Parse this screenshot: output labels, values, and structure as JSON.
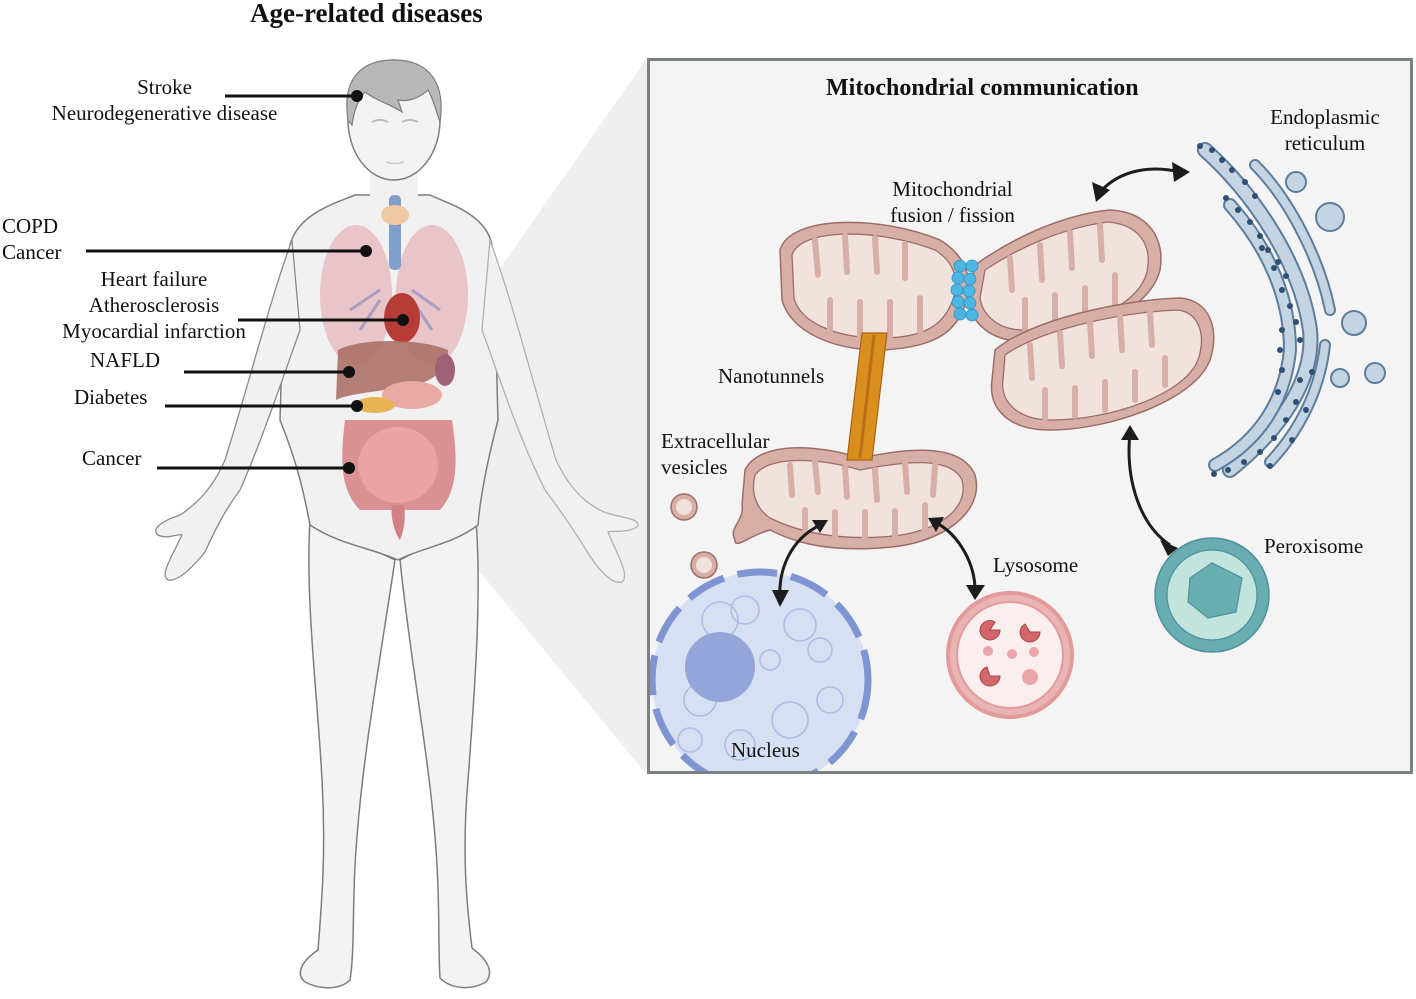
{
  "figure": {
    "title": "Age-related  diseases",
    "body_labels": [
      {
        "id": "brain",
        "lines": [
          "Stroke",
          "Neurodegenerative disease"
        ]
      },
      {
        "id": "lung",
        "lines": [
          "COPD",
          "Cancer"
        ]
      },
      {
        "id": "heart",
        "lines": [
          "Heart failure",
          "Atherosclerosis",
          "Myocardial infarction"
        ]
      },
      {
        "id": "liver",
        "lines": [
          "NAFLD"
        ]
      },
      {
        "id": "pancreas",
        "lines": [
          "Diabetes"
        ]
      },
      {
        "id": "intestine",
        "lines": [
          "Cancer"
        ]
      }
    ]
  },
  "panel": {
    "title": "Mitochondrial communication",
    "labels": {
      "fusion_line1": "Mitochondrial",
      "fusion_line2": "fusion / fission",
      "er_line1": "Endoplasmic",
      "er_line2": "reticulum",
      "nanotunnels": "Nanotunnels",
      "ev_line1": "Extracellular",
      "ev_line2": "vesicles",
      "lysosome": "Lysosome",
      "peroxisome": "Peroxisome",
      "nucleus": "Nucleus"
    }
  },
  "colors": {
    "mito_outer": "#d8afa6",
    "mito_inner": "#f1e2de",
    "mito_stroke": "#9c6d66",
    "er_fill": "#c5d4e2",
    "er_stroke": "#5c7d9c",
    "ribosome": "#2f4f75",
    "nucleus_fill": "#d7dff3",
    "nucleus_envelope": "#7e95d1",
    "nucleolus": "#94a6d9",
    "lysosome_outer": "#e39a9a",
    "lysosome_inner": "#fbeeee",
    "enzyme": "#d4666a",
    "peroxisome_outer": "#68aeb0",
    "peroxisome_inner": "#c2e4dd",
    "nanotunnel": "#d98e1e",
    "fusion_protein": "#4bb6e2",
    "panel_border": "#7b8082",
    "panel_fill": "#f4f4f4"
  }
}
